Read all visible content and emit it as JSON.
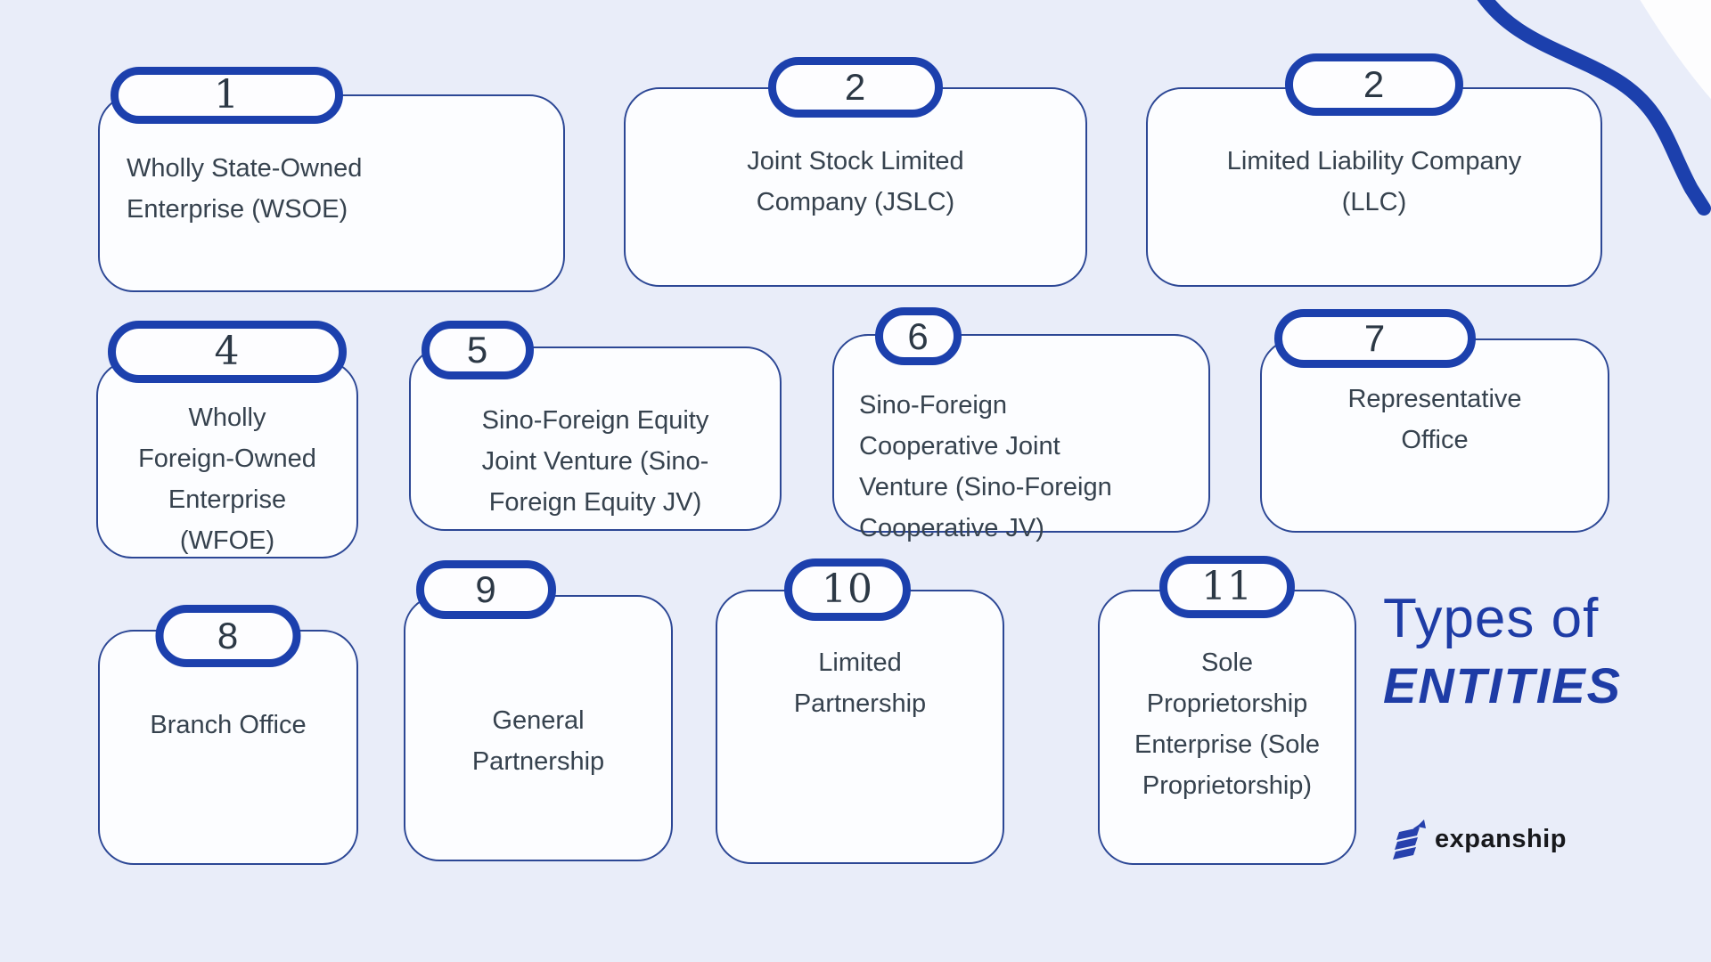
{
  "page": {
    "background_color": "#e9edf9",
    "accent_color": "#1c40ad",
    "card_border_color": "#2c4795",
    "card_fill_color": "#fcfdff",
    "text_color": "#36424e",
    "title_color": "#1e3ca6"
  },
  "title": {
    "line1": "Types of",
    "line2": "ENTITIES"
  },
  "logo": {
    "text": "expanship"
  },
  "entities": [
    {
      "number": "1",
      "label": "Wholly State-Owned\nEnterprise (WSOE)"
    },
    {
      "number": "2",
      "label": "Joint Stock Limited\nCompany (JSLC)"
    },
    {
      "number": "2",
      "label": "Limited Liability Company\n(LLC)"
    },
    {
      "number": "4",
      "label": "Wholly\nForeign-Owned\nEnterprise\n(WFOE)"
    },
    {
      "number": "5",
      "label": "Sino-Foreign Equity\nJoint Venture (Sino-\nForeign Equity JV)"
    },
    {
      "number": "6",
      "label": "Sino-Foreign\nCooperative Joint\nVenture (Sino-Foreign\nCooperative JV)"
    },
    {
      "number": "7",
      "label": "Representative\nOffice"
    },
    {
      "number": "8",
      "label": "Branch Office"
    },
    {
      "number": "9",
      "label": "General\nPartnership"
    },
    {
      "number": "10",
      "label": "Limited\nPartnership"
    },
    {
      "number": "11",
      "label": "Sole\nProprietorship\nEnterprise (Sole\nProprietorship)"
    }
  ]
}
